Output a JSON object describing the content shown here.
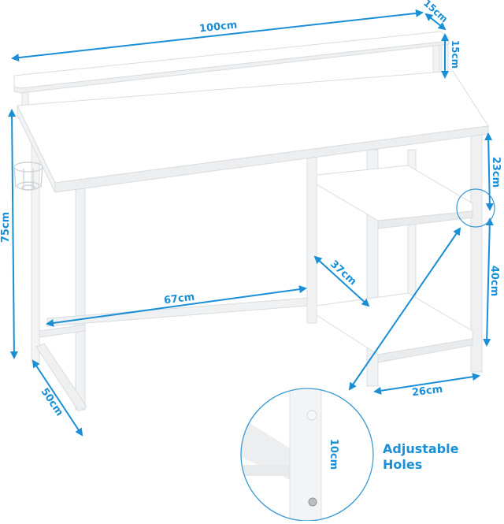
{
  "title": "Computer desk with monitor shelf dimension diagram",
  "accent_color": "#1a8fd6",
  "product_color": "#ffffff",
  "dimensions": {
    "overall_width": "100cm",
    "shelf_depth": "15cm",
    "shelf_height": "15cm",
    "overall_height": "75cm",
    "legroom_width": "67cm",
    "shelf_unit_depth": "37cm",
    "desk_depth": "50cm",
    "upper_shelf_gap": "23cm",
    "lower_shelf_gap": "40cm",
    "shelf_unit_width": "26cm",
    "hole_spacing": "10cm"
  },
  "callout": {
    "line1": "Adjustable",
    "line2": "Holes"
  },
  "accessories": {
    "cup_holder": "cup-holder"
  }
}
